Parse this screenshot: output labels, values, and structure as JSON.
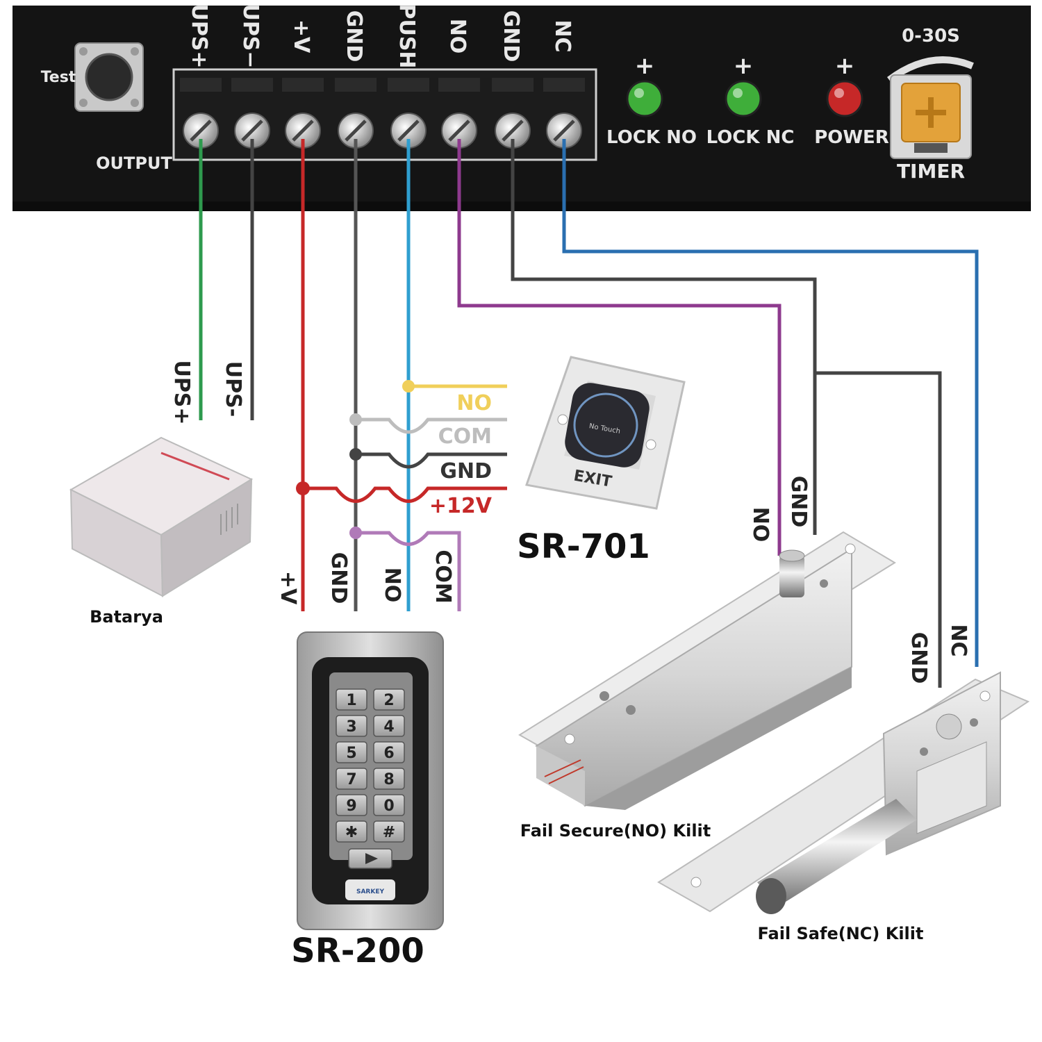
{
  "controller": {
    "test_label": "Test",
    "output_label": "OUTPUT",
    "terminals": [
      "UPS+",
      "UPS−",
      "+V",
      "GND",
      "PUSH",
      "NO",
      "GND",
      "NC"
    ],
    "leds": [
      {
        "sign": "+",
        "label": "LOCK NO",
        "color": "#3fae3a"
      },
      {
        "sign": "+",
        "label": "LOCK NC",
        "color": "#3fae3a"
      },
      {
        "sign": "+",
        "label": "POWER",
        "color": "#c62828"
      }
    ],
    "timer_range": "0-30S",
    "timer_label": "TIMER"
  },
  "battery": {
    "wire_labels": [
      "UPS+",
      "UPS-"
    ],
    "caption": "Batarya"
  },
  "exit_button": {
    "connection_labels": [
      "NO",
      "COM",
      "GND",
      "+12V"
    ],
    "face_text": "No Touch",
    "plate_text": "EXIT",
    "model": "SR-701"
  },
  "keypad": {
    "wire_labels": [
      "+V",
      "GND",
      "NO",
      "COM"
    ],
    "keys": [
      "1",
      "2",
      "3",
      "4",
      "5",
      "6",
      "7",
      "8",
      "9",
      "0",
      "✱",
      "#"
    ],
    "brand": "SARKEY",
    "model": "SR-200"
  },
  "fail_secure_lock": {
    "wire_labels": [
      "NO",
      "GND"
    ],
    "caption": "Fail Secure(NO) Kilit"
  },
  "fail_safe_lock": {
    "wire_labels": [
      "GND",
      "NC"
    ],
    "caption": "Fail Safe(NC) Kilit"
  },
  "wire_colors": {
    "ups_plus": "#2e9a4e",
    "ups_minus": "#444444",
    "plus_v": "#c62828",
    "gnd": "#555555",
    "push": "#2f9fd0",
    "no": "#8e3a8e",
    "gnd2": "#444444",
    "nc": "#2a6fb0",
    "exit_no": "#f0cf5a",
    "exit_com": "#bdbdbd",
    "exit_gnd": "#444444",
    "exit_12v": "#c62828",
    "exit_lower": "#b07ab8"
  }
}
